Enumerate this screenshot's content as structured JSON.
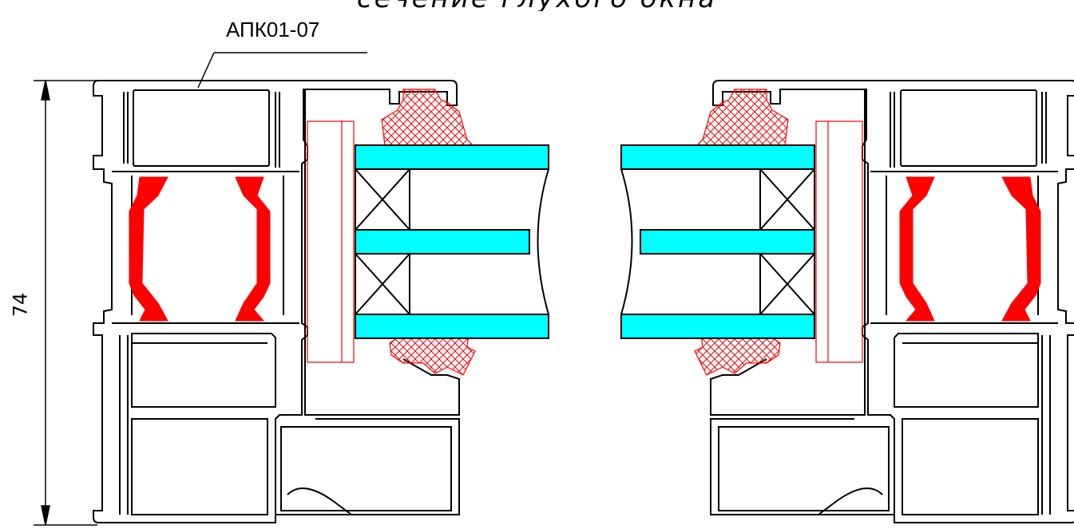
{
  "drawing": {
    "title": "сечение глухого окна",
    "profile_label": "АПК01-07",
    "dimension_height": "74"
  },
  "colors": {
    "outline": "#000000",
    "gasket_red": "#ff0000",
    "glass_cyan": "#00ffff",
    "background": "#ffffff"
  }
}
